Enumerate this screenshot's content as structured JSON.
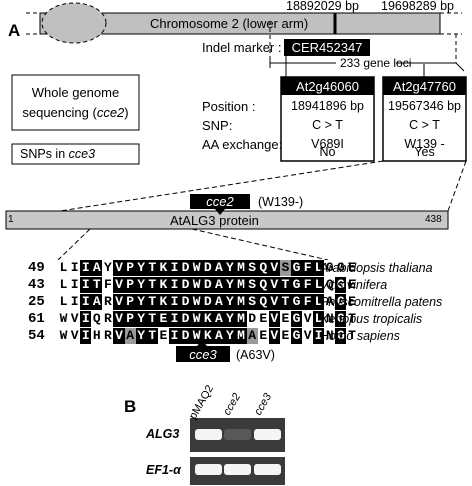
{
  "panel_a": {
    "label": "A",
    "chromosome_label": "Chromosome 2 (lower arm)",
    "coord_left": "18892029 bp",
    "coord_right": "19698289 bp",
    "indel_marker_label": "Indel marker :",
    "indel_marker_name": "CER452347",
    "gene_loci": "233  gene loci",
    "wgs_box": {
      "line1": "Whole genome",
      "line2": "sequencing (",
      "line2_italic": "cce2",
      "line2_end": ")"
    },
    "snps_box": {
      "prefix": "SNPs  in ",
      "italic": "cce3"
    },
    "row_labels": [
      "Position :",
      "SNP:",
      "AA exchange:"
    ],
    "gene1": {
      "name": "At2g46060",
      "position": "18941896 bp",
      "snp": "C > T",
      "aa": "V689I",
      "yesno": "No"
    },
    "gene2": {
      "name": "At2g47760",
      "position": "19567346 bp",
      "snp": "C > T",
      "aa": "W139 -",
      "yesno": "Yes"
    },
    "protein_label": "AtALG3  protein",
    "protein_start": "1",
    "protein_end": "438",
    "cce2_tag": "cce2",
    "cce2_mut": "(W139-)",
    "cce3_tag": "cce3",
    "cce3_mut": "(A63V)",
    "alignment": [
      {
        "start": "49",
        "seq": "LIIAYVPYTKIDWDAYMSQVSGFLGGE",
        "shade": "wwkkwkkkkkkkkkkkkkkkgkkkwww",
        "species": "Arabidopsis thaliana"
      },
      {
        "start": "43",
        "seq": "LIITFVPYTKIDWDAYMSQVTGFLQGE",
        "shade": "wwkkwkkkkkkkkkkkkkkkkkkkwkw",
        "species": "Vitis vinifera"
      },
      {
        "start": "25",
        "seq": "LIIARVPYTKIDWDAYMSQVTGFLAGE",
        "shade": "wwkkwkkkkkkkkkkkkkkkkkkkwkw",
        "species": "Physcomitrella patens"
      },
      {
        "start": "61",
        "seq": "WVIQRVPYTEIDWKAYMDEVEGVLNGT",
        "shade": "wwkwwkkkkkkkkkkkkwwkwkwkwkw",
        "species": "Xenopus tropicalis"
      },
      {
        "start": "54",
        "seq": "WVIHRVAYTEIDWKAYMAEVEGVINGT",
        "shade": "wwkwwkgkkwkkkkkkkgwkwkwkwkw",
        "species": "Homo sapiens"
      }
    ]
  },
  "panel_b": {
    "label": "B",
    "lanes": [
      "pMAQ2",
      "cce2",
      "cce3"
    ],
    "rows": [
      {
        "gene": "ALG3",
        "intensity": [
          1.0,
          0.15,
          1.0
        ]
      },
      {
        "gene": "EF1-α",
        "intensity": [
          1.0,
          1.0,
          1.0
        ]
      }
    ]
  }
}
